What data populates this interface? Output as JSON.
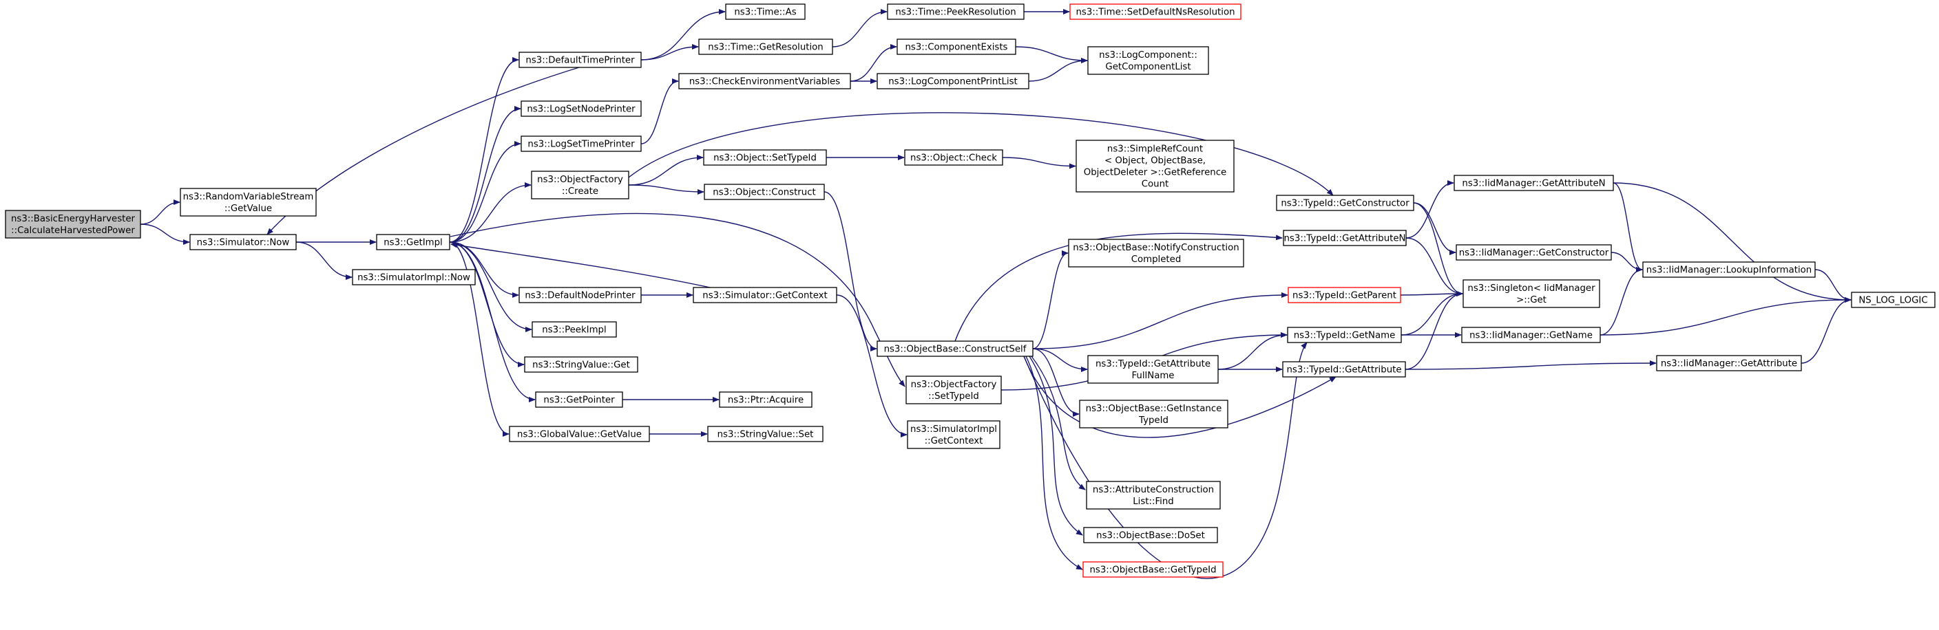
{
  "graph": {
    "edge_color": "#191970",
    "node_border_color": "#000000",
    "truncated_node_border_color": "#ff0000",
    "root_fill_color": "#bfbfbf",
    "nodes": [
      {
        "id": "root",
        "lines": [
          "ns3::BasicEnergyHarvester",
          "::CalculateHarvestedPower"
        ],
        "root": true
      },
      {
        "id": "rvsGetValue",
        "lines": [
          "ns3::RandomVariableStream",
          "::GetValue"
        ]
      },
      {
        "id": "simNow",
        "lines": [
          "ns3::Simulator::Now"
        ]
      },
      {
        "id": "getImpl",
        "lines": [
          "ns3::GetImpl"
        ]
      },
      {
        "id": "simImplNow",
        "lines": [
          "ns3::SimulatorImpl::Now"
        ]
      },
      {
        "id": "defTimePrinter",
        "lines": [
          "ns3::DefaultTimePrinter"
        ]
      },
      {
        "id": "logSetNodePrinter",
        "lines": [
          "ns3::LogSetNodePrinter"
        ]
      },
      {
        "id": "logSetTimePrinter",
        "lines": [
          "ns3::LogSetTimePrinter"
        ]
      },
      {
        "id": "objFactoryCreate",
        "lines": [
          "ns3::ObjectFactory",
          "::Create"
        ]
      },
      {
        "id": "defNodePrinter",
        "lines": [
          "ns3::DefaultNodePrinter"
        ]
      },
      {
        "id": "peekImpl",
        "lines": [
          "ns3::PeekImpl"
        ]
      },
      {
        "id": "strValGet",
        "lines": [
          "ns3::StringValue::Get"
        ]
      },
      {
        "id": "getPointer",
        "lines": [
          "ns3::GetPointer"
        ]
      },
      {
        "id": "globalValGet",
        "lines": [
          "ns3::GlobalValue::GetValue"
        ]
      },
      {
        "id": "timeAs",
        "lines": [
          "ns3::Time::As"
        ]
      },
      {
        "id": "timeGetRes",
        "lines": [
          "ns3::Time::GetResolution"
        ]
      },
      {
        "id": "checkEnv",
        "lines": [
          "ns3::CheckEnvironmentVariables"
        ]
      },
      {
        "id": "objSetTypeId",
        "lines": [
          "ns3::Object::SetTypeId"
        ]
      },
      {
        "id": "objConstruct",
        "lines": [
          "ns3::Object::Construct"
        ]
      },
      {
        "id": "simGetContext",
        "lines": [
          "ns3::Simulator::GetContext"
        ]
      },
      {
        "id": "ptrAcquire",
        "lines": [
          "ns3::Ptr::Acquire"
        ]
      },
      {
        "id": "strValSet",
        "lines": [
          "ns3::StringValue::Set"
        ]
      },
      {
        "id": "timePeekRes",
        "lines": [
          "ns3::Time::PeekResolution"
        ]
      },
      {
        "id": "compExists",
        "lines": [
          "ns3::ComponentExists"
        ]
      },
      {
        "id": "logCompPrint",
        "lines": [
          "ns3::LogComponentPrintList"
        ]
      },
      {
        "id": "objCheck",
        "lines": [
          "ns3::Object::Check"
        ]
      },
      {
        "id": "constructSelf",
        "lines": [
          "ns3::ObjectBase::ConstructSelf"
        ]
      },
      {
        "id": "ofSetTypeId",
        "lines": [
          "ns3::ObjectFactory",
          "::SetTypeId"
        ]
      },
      {
        "id": "simImplGetCtx",
        "lines": [
          "ns3::SimulatorImpl",
          "::GetContext"
        ]
      },
      {
        "id": "timeSetDefNs",
        "lines": [
          "ns3::Time::SetDefaultNsResolution"
        ],
        "truncated": true
      },
      {
        "id": "logCompGetList",
        "lines": [
          "ns3::LogComponent::",
          "GetComponentList"
        ]
      },
      {
        "id": "simpleRefCount",
        "lines": [
          "ns3::SimpleRefCount",
          "< Object, ObjectBase,",
          "ObjectDeleter >::GetReference",
          "Count"
        ]
      },
      {
        "id": "notifyConstr",
        "lines": [
          "ns3::ObjectBase::NotifyConstruction",
          "Completed"
        ]
      },
      {
        "id": "tidGetAttrFull",
        "lines": [
          "ns3::TypeId::GetAttribute",
          "FullName"
        ]
      },
      {
        "id": "getInstanceTid",
        "lines": [
          "ns3::ObjectBase::GetInstance",
          "TypeId"
        ]
      },
      {
        "id": "attrConstrFind",
        "lines": [
          "ns3::AttributeConstruction",
          "List::Find"
        ]
      },
      {
        "id": "objBaseDoSet",
        "lines": [
          "ns3::ObjectBase::DoSet"
        ]
      },
      {
        "id": "objBaseGetTid",
        "lines": [
          "ns3::ObjectBase::GetTypeId"
        ],
        "truncated": true
      },
      {
        "id": "tidGetConstructor",
        "lines": [
          "ns3::TypeId::GetConstructor"
        ]
      },
      {
        "id": "tidGetAttrN",
        "lines": [
          "ns3::TypeId::GetAttributeN"
        ]
      },
      {
        "id": "tidGetParent",
        "lines": [
          "ns3::TypeId::GetParent"
        ],
        "truncated": true
      },
      {
        "id": "tidGetName",
        "lines": [
          "ns3::TypeId::GetName"
        ]
      },
      {
        "id": "tidGetAttribute",
        "lines": [
          "ns3::TypeId::GetAttribute"
        ]
      },
      {
        "id": "iidGetAttrN",
        "lines": [
          "ns3::IidManager::GetAttributeN"
        ]
      },
      {
        "id": "iidGetConstructor",
        "lines": [
          "ns3::IidManager::GetConstructor"
        ]
      },
      {
        "id": "singletonGet",
        "lines": [
          "ns3::Singleton< IidManager",
          ">::Get"
        ]
      },
      {
        "id": "iidGetName",
        "lines": [
          "ns3::IidManager::GetName"
        ]
      },
      {
        "id": "iidLookup",
        "lines": [
          "ns3::IidManager::LookupInformation"
        ]
      },
      {
        "id": "iidGetAttribute",
        "lines": [
          "ns3::IidManager::GetAttribute"
        ]
      },
      {
        "id": "nsLogLogic",
        "lines": [
          "NS_LOG_LOGIC"
        ]
      }
    ],
    "edges": [
      [
        "root",
        "rvsGetValue"
      ],
      [
        "root",
        "simNow"
      ],
      [
        "simNow",
        "getImpl"
      ],
      [
        "simNow",
        "simImplNow"
      ],
      [
        "getImpl",
        "defTimePrinter"
      ],
      [
        "getImpl",
        "logSetNodePrinter"
      ],
      [
        "getImpl",
        "logSetTimePrinter"
      ],
      [
        "getImpl",
        "objFactoryCreate"
      ],
      [
        "getImpl",
        "defNodePrinter"
      ],
      [
        "getImpl",
        "peekImpl"
      ],
      [
        "getImpl",
        "strValGet"
      ],
      [
        "getImpl",
        "getPointer"
      ],
      [
        "getImpl",
        "globalValGet"
      ],
      [
        "getImpl",
        "ofSetTypeId"
      ],
      [
        "defTimePrinter",
        "simNow"
      ],
      [
        "defTimePrinter",
        "timeAs"
      ],
      [
        "defTimePrinter",
        "timeGetRes"
      ],
      [
        "timeGetRes",
        "timePeekRes"
      ],
      [
        "timePeekRes",
        "timeSetDefNs"
      ],
      [
        "logSetTimePrinter",
        "checkEnv"
      ],
      [
        "checkEnv",
        "compExists"
      ],
      [
        "checkEnv",
        "logCompPrint"
      ],
      [
        "compExists",
        "logCompGetList"
      ],
      [
        "logCompPrint",
        "logCompGetList"
      ],
      [
        "objFactoryCreate",
        "objSetTypeId"
      ],
      [
        "objFactoryCreate",
        "objConstruct"
      ],
      [
        "objFactoryCreate",
        "tidGetConstructor"
      ],
      [
        "objSetTypeId",
        "objCheck"
      ],
      [
        "objCheck",
        "simpleRefCount"
      ],
      [
        "objConstruct",
        "constructSelf"
      ],
      [
        "defNodePrinter",
        "simGetContext"
      ],
      [
        "simGetContext",
        "getImpl"
      ],
      [
        "simGetContext",
        "simImplGetCtx"
      ],
      [
        "getPointer",
        "ptrAcquire"
      ],
      [
        "globalValGet",
        "strValSet"
      ],
      [
        "ofSetTypeId",
        "tidGetName"
      ],
      [
        "constructSelf",
        "notifyConstr"
      ],
      [
        "constructSelf",
        "tidGetAttrN"
      ],
      [
        "constructSelf",
        "tidGetParent"
      ],
      [
        "constructSelf",
        "tidGetName"
      ],
      [
        "constructSelf",
        "tidGetAttrFull"
      ],
      [
        "constructSelf",
        "getInstanceTid"
      ],
      [
        "constructSelf",
        "attrConstrFind"
      ],
      [
        "constructSelf",
        "objBaseDoSet"
      ],
      [
        "constructSelf",
        "objBaseGetTid"
      ],
      [
        "constructSelf",
        "tidGetAttribute"
      ],
      [
        "tidGetAttrFull",
        "tidGetName"
      ],
      [
        "tidGetAttrFull",
        "tidGetAttribute"
      ],
      [
        "tidGetConstructor",
        "iidGetConstructor"
      ],
      [
        "tidGetConstructor",
        "singletonGet"
      ],
      [
        "tidGetAttrN",
        "iidGetAttrN"
      ],
      [
        "tidGetAttrN",
        "singletonGet"
      ],
      [
        "tidGetParent",
        "singletonGet"
      ],
      [
        "tidGetName",
        "singletonGet"
      ],
      [
        "tidGetName",
        "iidGetName"
      ],
      [
        "tidGetAttribute",
        "singletonGet"
      ],
      [
        "tidGetAttribute",
        "iidGetAttribute"
      ],
      [
        "iidGetAttrN",
        "iidLookup"
      ],
      [
        "iidGetAttrN",
        "nsLogLogic"
      ],
      [
        "iidGetConstructor",
        "iidLookup"
      ],
      [
        "iidGetName",
        "iidLookup"
      ],
      [
        "iidGetName",
        "nsLogLogic"
      ],
      [
        "iidLookup",
        "nsLogLogic"
      ],
      [
        "iidGetAttribute",
        "nsLogLogic"
      ]
    ]
  }
}
